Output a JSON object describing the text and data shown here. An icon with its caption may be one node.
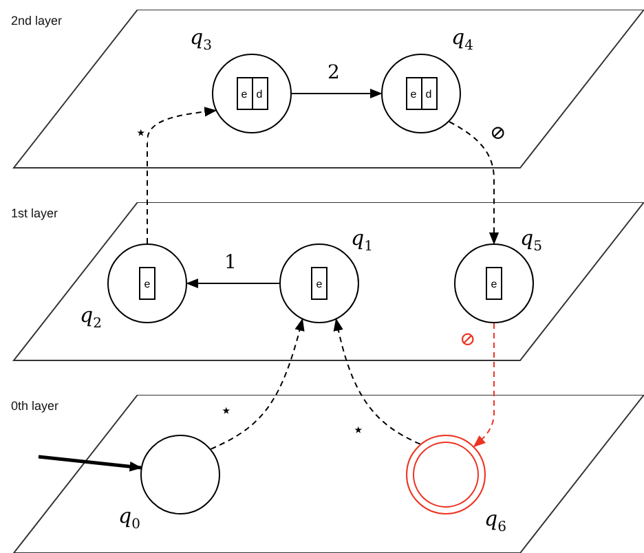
{
  "diagram": {
    "nodes": [
      {
        "text": [
          "2nd layer"
        ]
      },
      {
        "text": [
          "e",
          "d"
        ],
        "in": 0,
        "beside": [
          "q$_{3}$"
        ]
      },
      {
        "text": [
          "e",
          "d"
        ],
        "in": 0,
        "beside": [
          "q$_{4}$"
        ]
      },
      {
        "text": [
          "1st layer"
        ]
      },
      {
        "text": [
          "e"
        ],
        "in": 3,
        "beside": [
          "q$_{2}$"
        ]
      },
      {
        "text": [
          "e"
        ],
        "in": 3,
        "beside": [
          "q$_{1}$"
        ]
      },
      {
        "text": [
          "e"
        ],
        "in": 3,
        "beside": [
          "q$_{5}$"
        ]
      },
      {
        "text": [
          "0th layer"
        ]
      },
      {
        "text": [],
        "shape": "circle",
        "in": 7,
        "beside": [
          "q$_{0}$"
        ]
      },
      {
        "text": [],
        "shape": "circle",
        "in": 7,
        "beside": [
          "q$_{6}$"
        ]
      }
    ],
    "edges": [
      {
        "from": 1,
        "to": 2,
        "arrow": "to",
        "label": "2"
      },
      {
        "from": 4,
        "to": 1,
        "arrow": "to",
        "label": "⋆",
        "style": "dashed"
      },
      {
        "from": 2,
        "to": 6,
        "arrow": "to",
        "label": "⊘",
        "style": "dashed"
      },
      {
        "from": 5,
        "to": 4,
        "arrow": "to",
        "label": "1"
      },
      {
        "from": 8,
        "to": 5,
        "arrow": "to",
        "label": "⋆",
        "style": "dashed"
      },
      {
        "from": 9,
        "to": 5,
        "arrow": "to",
        "label": "⋆",
        "style": "dashed"
      },
      {
        "from": 6,
        "to": 9,
        "arrow": "to",
        "label": "⊘",
        "style": "dashed",
        "color": "#ee3322"
      },
      {
        "from": null,
        "to": 8,
        "arrow": "to",
        "style": "thick"
      }
    ]
  }
}
